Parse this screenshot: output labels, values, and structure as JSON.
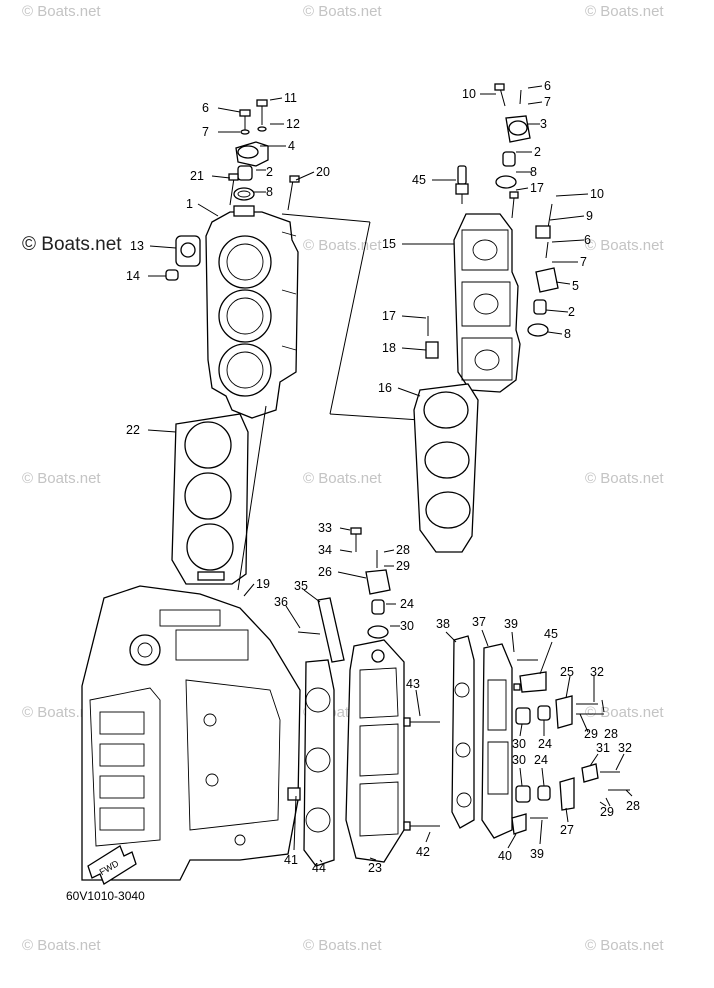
{
  "watermark": "© Boats.net",
  "diagram_code": "60V1010-3040",
  "fwd_label": "FWD",
  "callouts": [
    "1",
    "2",
    "3",
    "4",
    "5",
    "6",
    "7",
    "8",
    "9",
    "10",
    "11",
    "12",
    "13",
    "14",
    "15",
    "16",
    "17",
    "18",
    "19",
    "20",
    "21",
    "22",
    "23",
    "24",
    "25",
    "26",
    "27",
    "28",
    "29",
    "30",
    "31",
    "32",
    "33",
    "34",
    "35",
    "36",
    "37",
    "38",
    "39",
    "40",
    "41",
    "42",
    "43",
    "44",
    "45"
  ]
}
